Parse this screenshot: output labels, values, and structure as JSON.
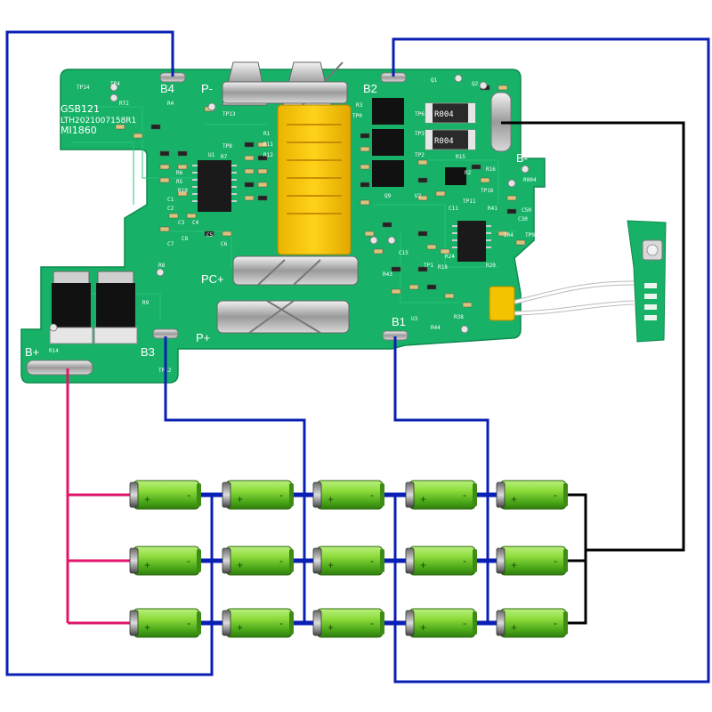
{
  "board": {
    "silk_lines": [
      "GSB121",
      "LTH2021007158R1",
      "MI1860"
    ],
    "pads": [
      "B4",
      "P-",
      "B2",
      "B-",
      "PC+",
      "P+",
      "B3",
      "B1",
      "B+"
    ],
    "small_text": [
      "TP14",
      "RT2",
      "TP4",
      "R4",
      "TP13",
      "TP8",
      "R1",
      "R11",
      "R12",
      "R7",
      "U1",
      "R6",
      "R5",
      "R10",
      "C1",
      "C2",
      "C3",
      "C4",
      "C5",
      "C6",
      "C7",
      "C8",
      "R8",
      "R9",
      "R14",
      "TP12",
      "Q1",
      "Q2",
      "TP6",
      "TP3",
      "TP2",
      "TP0",
      "R3",
      "R15",
      "R2",
      "R16",
      "R004",
      "Q9",
      "U2",
      "C11",
      "ZR4",
      "TP9",
      "C30",
      "C50",
      "U3",
      "R44",
      "R43",
      "R38",
      "C15",
      "R18",
      "TP1",
      "R20",
      "R24",
      "TP11",
      "TP16",
      "R41"
    ],
    "shunt_labels": [
      "R004",
      "R004"
    ],
    "wire_colors": {
      "blue": "#0a1fb4",
      "black": "#000000",
      "magenta": "#e0156b",
      "pcb": "#17b267"
    }
  },
  "cells": {
    "rows": 3,
    "cols": 5,
    "plus_sign": "+",
    "minus_sign": "-"
  }
}
